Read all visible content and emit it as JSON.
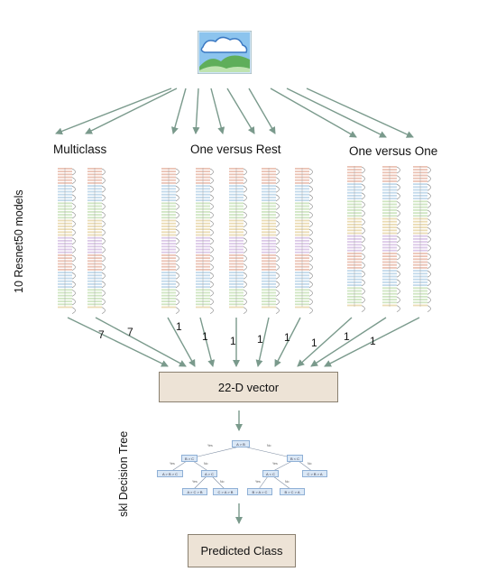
{
  "headings": {
    "multiclass": "Multiclass",
    "ovr": "One versus Rest",
    "ovo": "One versus One"
  },
  "side_labels": {
    "models": "10 Resnet50 models",
    "tree": "skl Decision Tree"
  },
  "edge_counts": [
    "7",
    "7",
    "1",
    "1",
    "1",
    "1",
    "1",
    "1",
    "1",
    "1"
  ],
  "vector_box": "22-D vector",
  "output_box": "Predicted Class",
  "tree": {
    "root": "A > B",
    "n_left": "B > C",
    "n_right": "B < C",
    "ll": "A > B > C",
    "lr": "A > C",
    "rl": "A < C",
    "rr": "C > B > A",
    "lrl": "A > C > B",
    "lrr": "C > A > B",
    "rll": "B > A > C",
    "rlr": "B > C > A",
    "yes": "Yes",
    "no": "No"
  },
  "colors": {
    "arrow": "#7a9a8c",
    "box_fill": "#ede3d6",
    "tree_node": "#dbe8f6",
    "sky": "#6aaee6",
    "hill": "#5fae5a"
  },
  "icons": [
    "landscape-image-icon"
  ]
}
